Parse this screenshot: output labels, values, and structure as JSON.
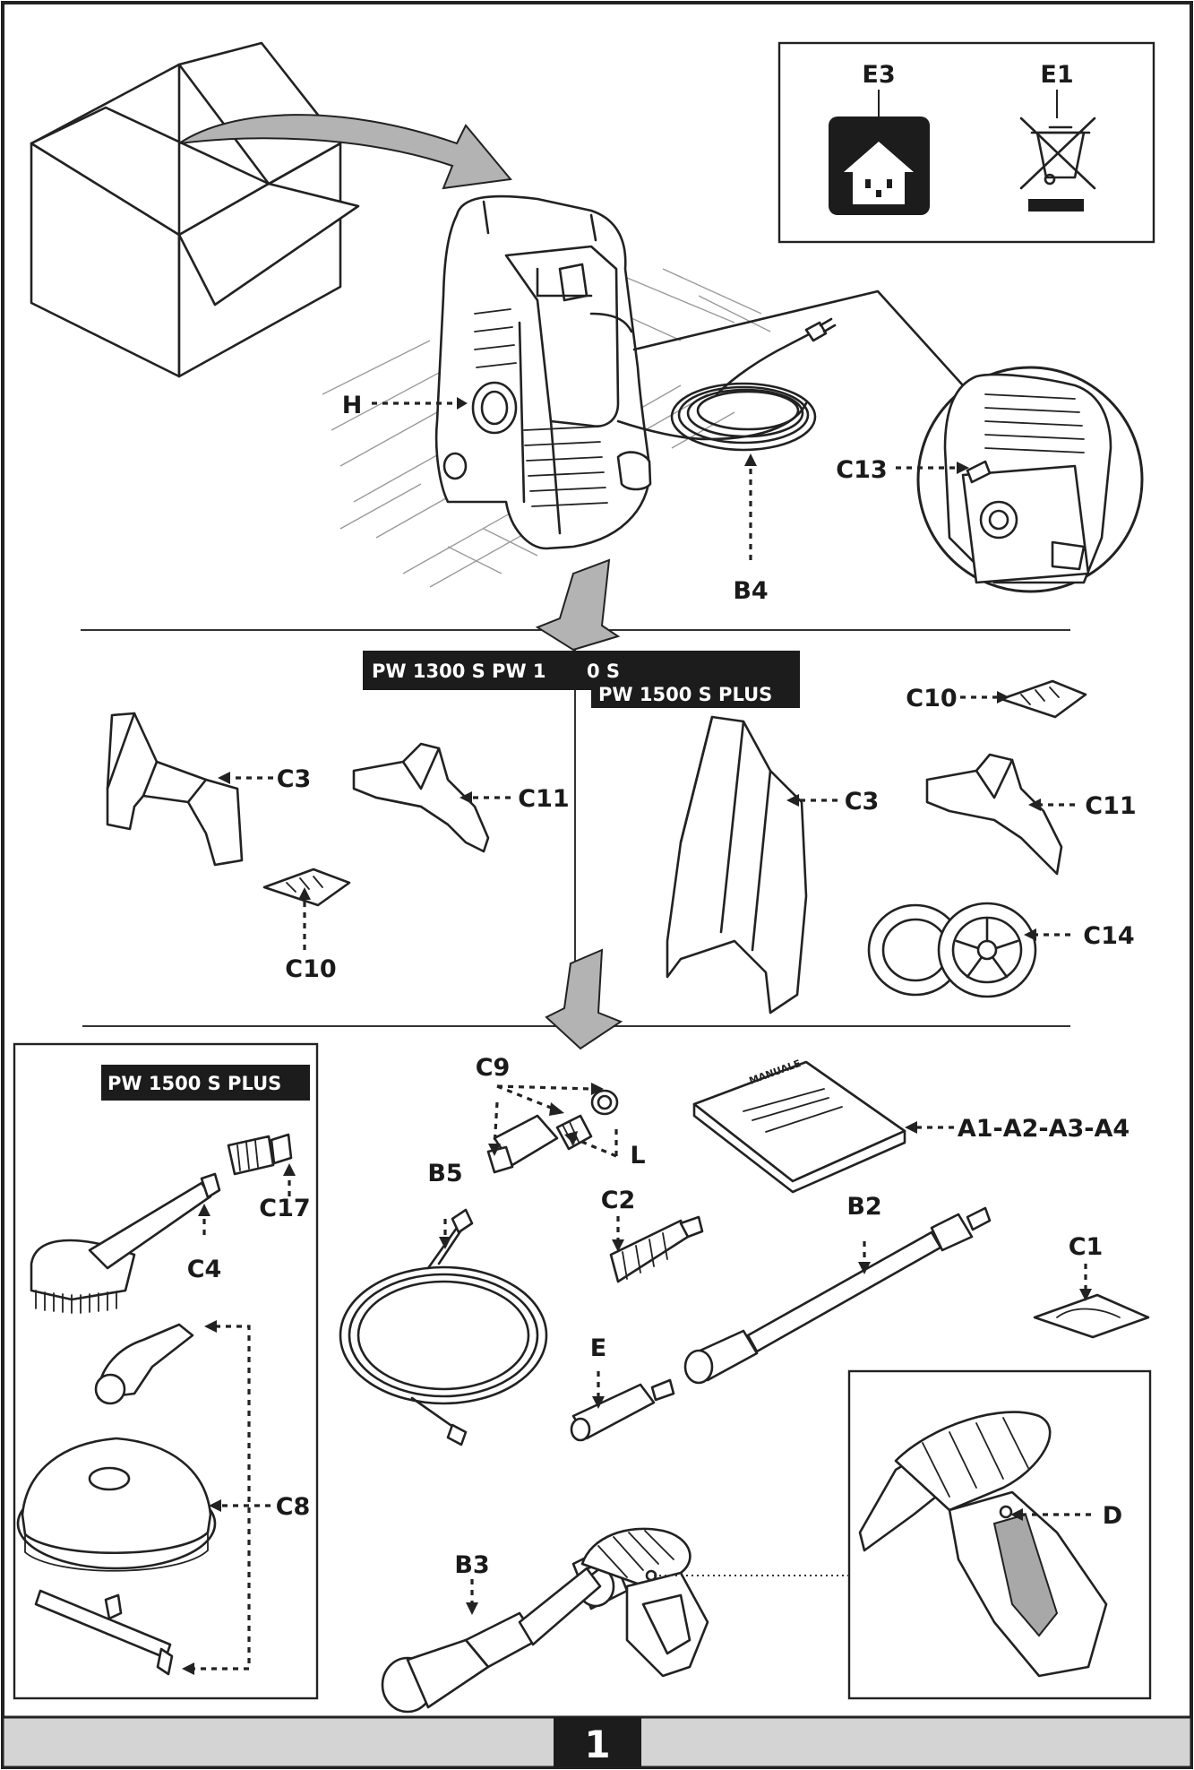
{
  "labels": {
    "E3": "E3",
    "E1": "E1",
    "H": "H",
    "C13": "C13",
    "B4": "B4",
    "C3_left": "C3",
    "C11_left": "C11",
    "C10_left": "C10",
    "C10_right": "C10",
    "C3_right": "C3",
    "C11_right": "C11",
    "C14": "C14",
    "C9": "C9",
    "L": "L",
    "A1A4": "A1-A2-A3-A4",
    "B5": "B5",
    "C2": "C2",
    "B2": "B2",
    "C1": "C1",
    "E": "E",
    "D": "D",
    "B3": "B3",
    "C17": "C17",
    "C4": "C4",
    "C8": "C8"
  },
  "model_bars": {
    "models_a": "PW 1300 S PW 1",
    "models_a_tail": "0 S",
    "models_b": "PW 1500 S PLUS",
    "models_c": "PW 1500 S PLUS"
  },
  "manual_cover_text": "MANUALE",
  "page_number": "1",
  "colors": {
    "footer_bar": "#d4d4d4",
    "label_bar": "#1c1c1c",
    "arrow_gray": "#b3b3b3",
    "line": "#222222"
  },
  "icons": [
    "house-plug-icon",
    "crossed-bin-icon"
  ]
}
